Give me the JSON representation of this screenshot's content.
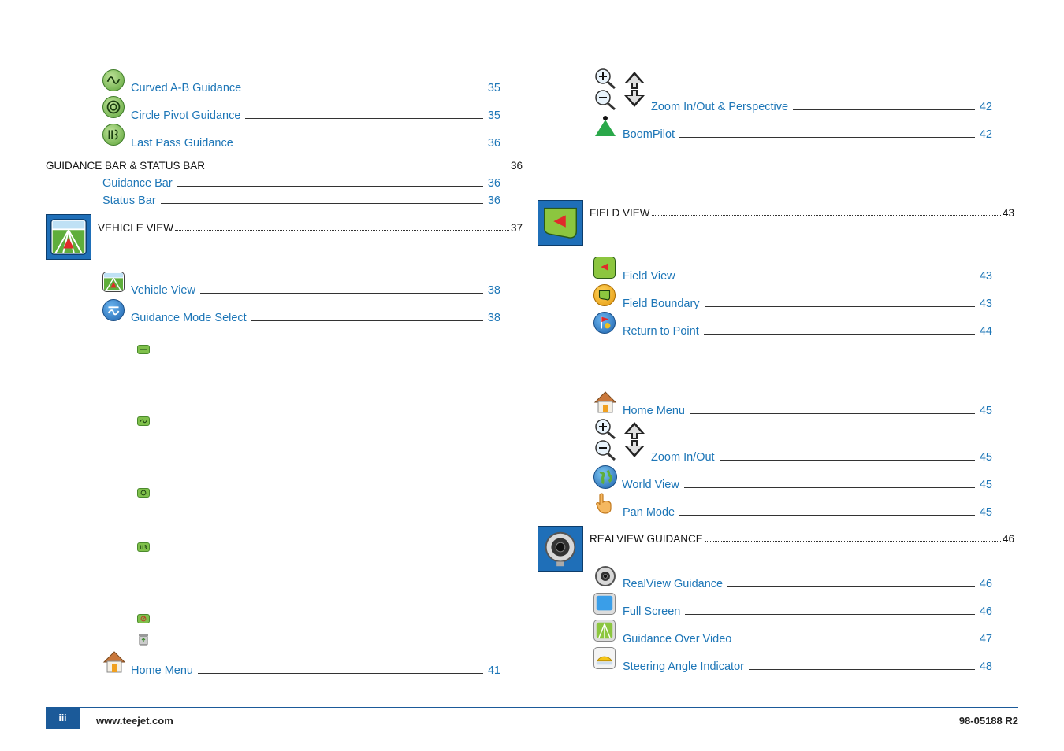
{
  "left": {
    "entries_a": [
      {
        "label": "Curved A-B Guidance",
        "page": "35"
      },
      {
        "label": "Circle Pivot Guidance",
        "page": "35"
      },
      {
        "label": "Last Pass Guidance",
        "page": "36"
      }
    ],
    "section_guidance_bar": {
      "title": "GUIDANCE BAR & STATUS BAR",
      "page": "36"
    },
    "entries_b": [
      {
        "label": "Guidance Bar",
        "page": "36"
      },
      {
        "label": "Status Bar",
        "page": "36"
      }
    ],
    "section_vehicle_view": {
      "title": "VEHICLE VIEW",
      "page": "37"
    },
    "entries_c": [
      {
        "label": "Vehicle View",
        "page": "38"
      },
      {
        "label": "Guidance Mode Select",
        "page": "38"
      }
    ],
    "home_menu": {
      "label": "Home Menu",
      "page": "41"
    }
  },
  "right": {
    "zoom_perspective": {
      "label": "Zoom In/Out & Perspective",
      "page": "42"
    },
    "boompilot": {
      "label": "BoomPilot",
      "page": "42"
    },
    "section_field_view": {
      "title": "FIELD VIEW",
      "page": "43"
    },
    "entries_field": [
      {
        "label": "Field View",
        "page": "43"
      },
      {
        "label": "Field Boundary",
        "page": "43"
      },
      {
        "label": "Return to Point",
        "page": "44"
      }
    ],
    "entries_nav": [
      {
        "label": "Home Menu",
        "page": "45"
      },
      {
        "label": "Zoom In/Out",
        "page": "45"
      },
      {
        "label": "World View",
        "page": "45"
      },
      {
        "label": "Pan Mode",
        "page": "45"
      }
    ],
    "section_realview": {
      "title": "REALVIEW GUIDANCE",
      "page": "46"
    },
    "entries_realview": [
      {
        "label": "RealView Guidance",
        "page": "46"
      },
      {
        "label": "Full Screen",
        "page": "46"
      },
      {
        "label": "Guidance Over Video",
        "page": "47"
      },
      {
        "label": "Steering Angle Indicator",
        "page": "48"
      }
    ]
  },
  "footer": {
    "page_number": "iii",
    "website": "www.teejet.com",
    "doc_number": "98-05188 R2"
  },
  "colors": {
    "link": "#1d76b7",
    "accent": "#1b5a99",
    "icon_green": "#6cb33f",
    "icon_blue": "#1f6fb8"
  }
}
